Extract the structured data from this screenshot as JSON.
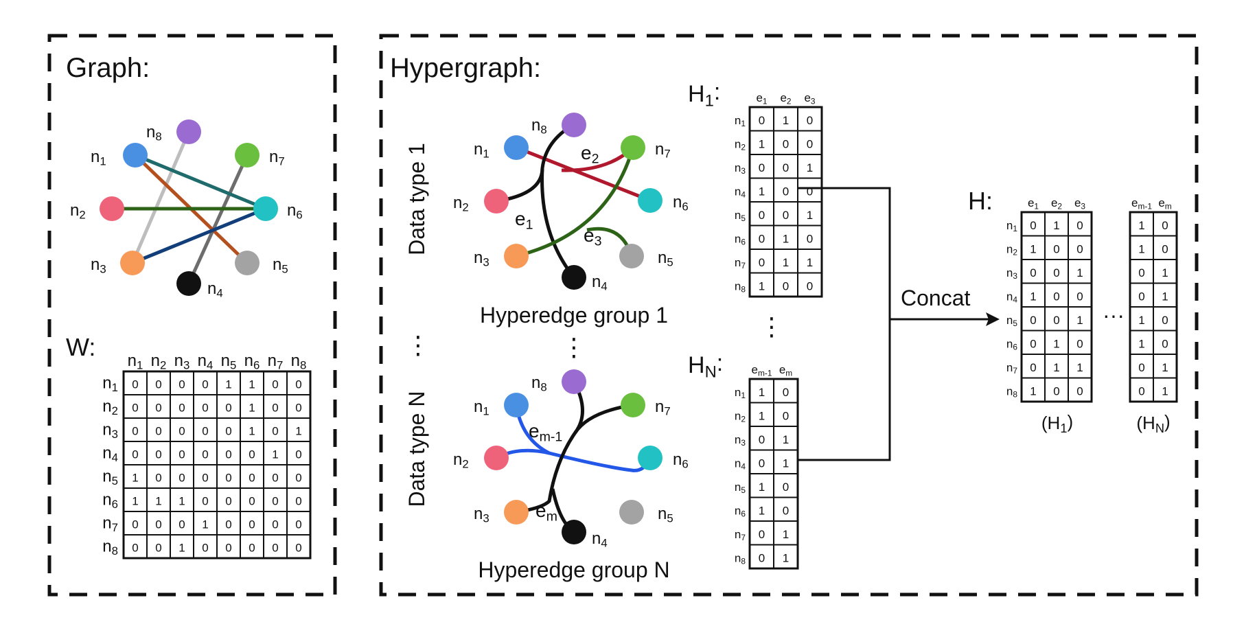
{
  "colors": {
    "n1": "#4a90e2",
    "n2": "#ee6379",
    "n3": "#f79a58",
    "n4": "#111111",
    "n5": "#a3a3a3",
    "n6": "#22c1c3",
    "n7": "#6bbf3e",
    "n8": "#9a6bd1",
    "edge_red": "#b0182d",
    "edge_green": "#2d6316",
    "edge_blue": "#2357e8",
    "edge_teal": "#1f6b6b",
    "edge_orange": "#b4501e",
    "edge_navy": "#123f7a",
    "edge_lightgray": "#bdbdbd",
    "edge_gray": "#6d6d6d"
  },
  "graph_panel": {
    "title": "Graph:",
    "matrix_label": "W:",
    "node_labels": [
      "n1",
      "n2",
      "n3",
      "n4",
      "n5",
      "n6",
      "n7",
      "n8"
    ],
    "matrix": [
      [
        0,
        0,
        0,
        0,
        1,
        1,
        0,
        0
      ],
      [
        0,
        0,
        0,
        0,
        0,
        1,
        0,
        0
      ],
      [
        0,
        0,
        0,
        0,
        0,
        1,
        0,
        1
      ],
      [
        0,
        0,
        0,
        0,
        0,
        0,
        1,
        0
      ],
      [
        1,
        0,
        0,
        0,
        0,
        0,
        0,
        0
      ],
      [
        1,
        1,
        1,
        0,
        0,
        0,
        0,
        0
      ],
      [
        0,
        0,
        0,
        1,
        0,
        0,
        0,
        0
      ],
      [
        0,
        0,
        1,
        0,
        0,
        0,
        0,
        0
      ]
    ]
  },
  "hypergraph_panel": {
    "title": "Hypergraph:",
    "data_type_1": "Data type 1",
    "data_type_n": "Data type N",
    "group_1_caption": "Hyperedge group 1",
    "group_n_caption": "Hyperedge group N",
    "vertical_ellipsis": "⋮",
    "horizontal_ellipsis": "···",
    "group_1_edges": [
      "e2",
      "e1",
      "e3"
    ],
    "group_n_edges": [
      "em-1",
      "em"
    ],
    "h1": {
      "label": "H1:",
      "columns": [
        "e1",
        "e2",
        "e3"
      ],
      "rows": [
        "n1",
        "n2",
        "n3",
        "n4",
        "n5",
        "n6",
        "n7",
        "n8"
      ],
      "matrix": [
        [
          0,
          1,
          0
        ],
        [
          1,
          0,
          0
        ],
        [
          0,
          0,
          1
        ],
        [
          1,
          0,
          0
        ],
        [
          0,
          0,
          1
        ],
        [
          0,
          1,
          0
        ],
        [
          0,
          1,
          1
        ],
        [
          1,
          0,
          0
        ]
      ]
    },
    "hn": {
      "label": "HN:",
      "columns": [
        "em-1",
        "em"
      ],
      "rows": [
        "n1",
        "n2",
        "n3",
        "n4",
        "n5",
        "n6",
        "n7",
        "n8"
      ],
      "matrix": [
        [
          1,
          0
        ],
        [
          1,
          0
        ],
        [
          0,
          1
        ],
        [
          0,
          1
        ],
        [
          1,
          0
        ],
        [
          1,
          0
        ],
        [
          0,
          1
        ],
        [
          0,
          1
        ]
      ]
    },
    "concat_label": "Concat",
    "h": {
      "label": "H:",
      "rows": [
        "n1",
        "n2",
        "n3",
        "n4",
        "n5",
        "n6",
        "n7",
        "n8"
      ],
      "left_columns": [
        "e1",
        "e2",
        "e3"
      ],
      "right_columns": [
        "em-1",
        "em"
      ],
      "left_caption": "(H1)",
      "right_caption": "(HN)"
    }
  }
}
